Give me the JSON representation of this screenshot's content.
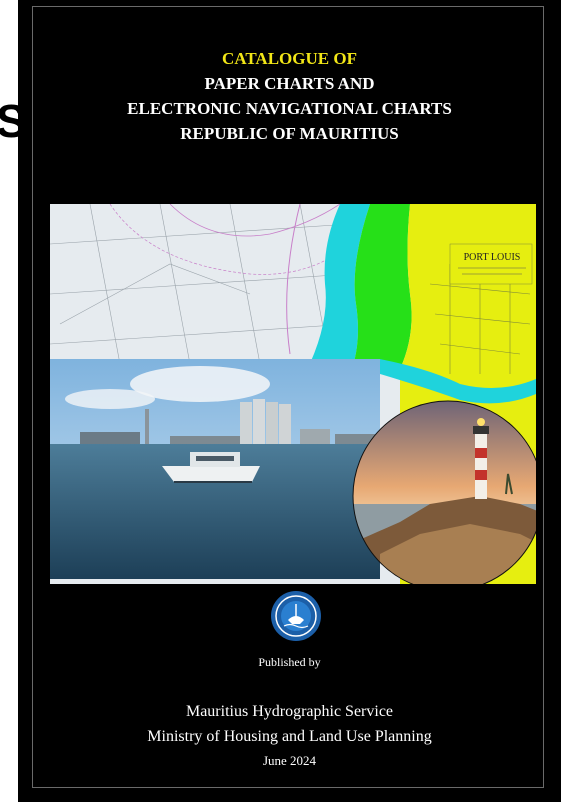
{
  "side_fragment": "S",
  "cover": {
    "title_line_1": "CATALOGUE OF",
    "title_line_2": "PAPER CHARTS AND",
    "title_line_3": "ELECTRONIC NAVIGATIONAL CHARTS",
    "title_line_4": "REPUBLIC OF MAURITIUS",
    "chart_label": "PORT LOUIS",
    "published_by": "Published by",
    "publisher_line_1": "Mauritius Hydrographic Service",
    "publisher_line_2": "Ministry of Housing and Land Use Planning",
    "date": "June 2024"
  },
  "colors": {
    "cover_background": "#000000",
    "title_accent": "#f2e617",
    "title_text": "#ffffff",
    "chart_land": "#e6ee10",
    "chart_shallow": "#1fd3dc",
    "chart_green": "#26e018",
    "chart_sea": "#e6ebef"
  },
  "icons": {
    "seal": "hydrographic-service-seal",
    "lighthouse": "lighthouse-photo",
    "boat": "patrol-boat-photo"
  }
}
